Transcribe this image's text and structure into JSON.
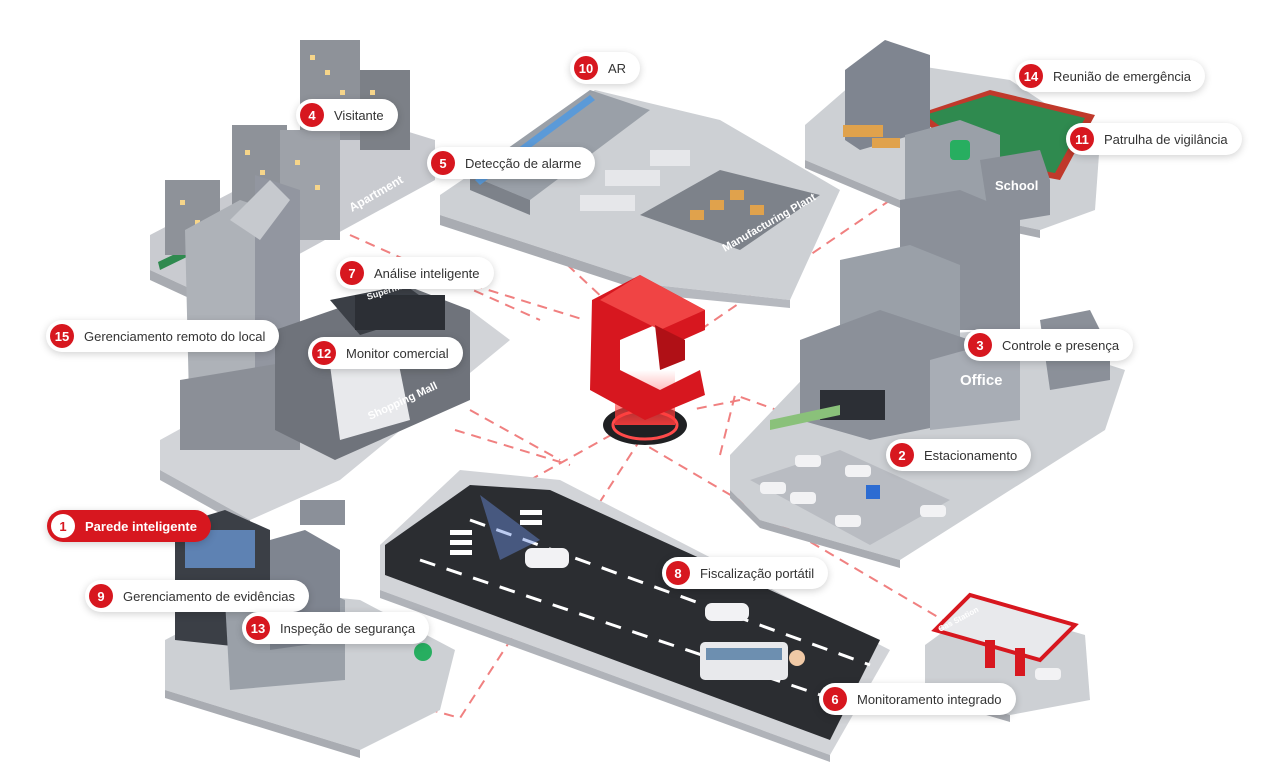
{
  "signs": {
    "apartment": "Apartment",
    "manufacturing": "Manufacturing Plant",
    "school": "School",
    "office": "Office",
    "supermarket": "Supermarket",
    "shopping_mall": "Shopping Mall",
    "gas_station": "Gas Station"
  },
  "hotspots": [
    {
      "num": "1",
      "label": "Parede inteligente",
      "active": true
    },
    {
      "num": "2",
      "label": "Estacionamento"
    },
    {
      "num": "3",
      "label": "Controle e presença"
    },
    {
      "num": "4",
      "label": "Visitante"
    },
    {
      "num": "5",
      "label": "Detecção de alarme"
    },
    {
      "num": "6",
      "label": "Monitoramento integrado"
    },
    {
      "num": "7",
      "label": "Análise inteligente"
    },
    {
      "num": "8",
      "label": "Fiscalização portátil"
    },
    {
      "num": "9",
      "label": "Gerenciamento de evidências"
    },
    {
      "num": "10",
      "label": "AR"
    },
    {
      "num": "11",
      "label": "Patrulha de vigilância"
    },
    {
      "num": "12",
      "label": "Monitor comercial"
    },
    {
      "num": "13",
      "label": "Inspeção de segurança"
    },
    {
      "num": "14",
      "label": "Reunião de emergência"
    },
    {
      "num": "15",
      "label": "Gerenciamento remoto do local"
    }
  ],
  "colors": {
    "accent": "#d7171f",
    "platform": "#c9cbd0",
    "building": "#9ea2a9",
    "field": "#2f8a4f",
    "track": "#c0392b",
    "road": "#2b2d31"
  }
}
